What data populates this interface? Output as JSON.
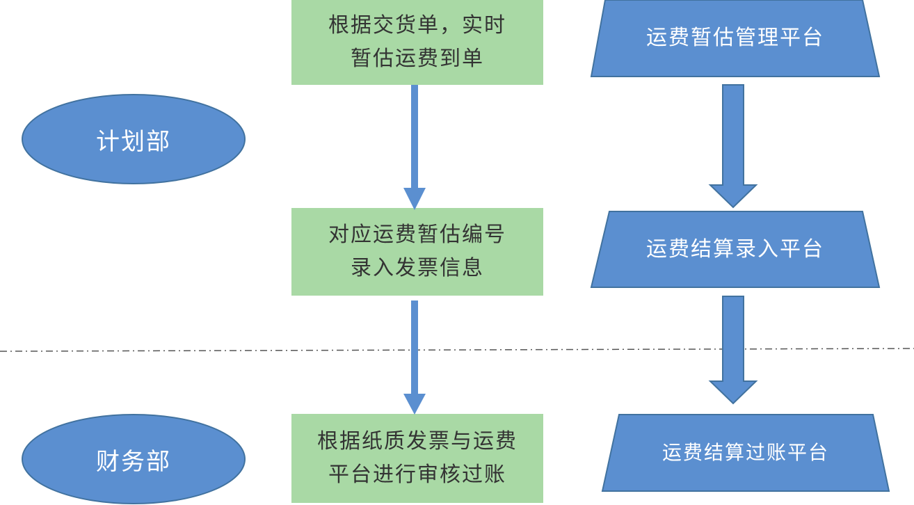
{
  "colors": {
    "green_box_fill": "#a9d9a5",
    "blue_shape_fill": "#5b8fd0",
    "blue_shape_stroke": "#41729f",
    "arrow_color": "#5b8fd0",
    "divider_color": "#555555"
  },
  "departments": {
    "planning": "计划部",
    "finance": "财务部"
  },
  "process_steps": [
    {
      "line1": "根据交货单，实时",
      "line2": "暂估运费到单"
    },
    {
      "line1": "对应运费暂估编号",
      "line2": "录入发票信息"
    },
    {
      "line1": "根据纸质发票与运费",
      "line2": "平台进行审核过账"
    }
  ],
  "platforms": [
    {
      "label": "运费暂估管理平台"
    },
    {
      "label": "运费结算录入平台"
    },
    {
      "label": "运费结算过账平台"
    }
  ]
}
